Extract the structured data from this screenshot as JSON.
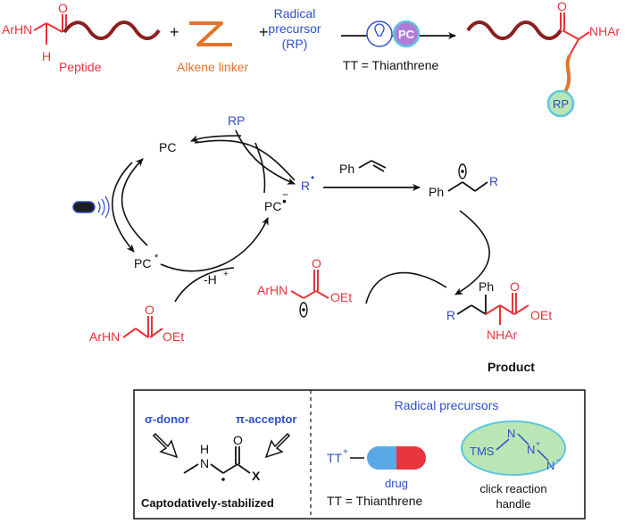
{
  "top": {
    "arhn": "ArHN",
    "h": "H",
    "o": "O",
    "peptide": "Peptide",
    "plus1": "+",
    "plus2": "+",
    "alkene_linker": "Alkene linker",
    "rp_line1": "Radical",
    "rp_line2": "precursor",
    "rp_line3": "(RP)",
    "pc": "PC",
    "tt_def": "TT = Thianthrene",
    "prod_o": "O",
    "prod_nhar": "NHAr",
    "prod_rp": "RP"
  },
  "cycle": {
    "rp": "RP",
    "pc": "PC",
    "pc_minus": "PC",
    "pc_star": "PC",
    "r_radical": "R",
    "minus_h": "-H",
    "styrene_ph": "Ph",
    "benzyl_ph": "Ph",
    "benzyl_r": "R",
    "glycine_arhn": "ArHN",
    "glycine_o": "O",
    "glycine_oet": "OEt",
    "rad_arhn": "ArHN",
    "rad_o": "O",
    "rad_oet": "OEt",
    "prod_r": "R",
    "prod_ph": "Ph",
    "prod_o": "O",
    "prod_oet": "OEt",
    "prod_nhar": "NHAr",
    "product_label": "Product"
  },
  "bottom": {
    "sigma_donor": "σ-donor",
    "pi_acceptor": "π-acceptor",
    "h": "H",
    "n": "N",
    "o": "O",
    "x": "X",
    "captodative": "Captodatively-stabilized",
    "radical_precursors": "Radical precursors",
    "tt_plus": "TT",
    "drug": "drug",
    "tt_def": "TT = Thianthrene",
    "tms": "TMS",
    "azide_n1": "N",
    "azide_n2": "N",
    "azide_n3": "N",
    "click1": "click reaction",
    "click2": "handle"
  },
  "colors": {
    "red": "#e8343c",
    "blue": "#2f4fc9",
    "orange": "#e2742b",
    "peptide_wave": "#8c1f1f",
    "light_green": "#b9e6b4",
    "teal": "#5cc7e0",
    "purple": "#b27cd6",
    "drug_blue": "#5aa9e6"
  }
}
